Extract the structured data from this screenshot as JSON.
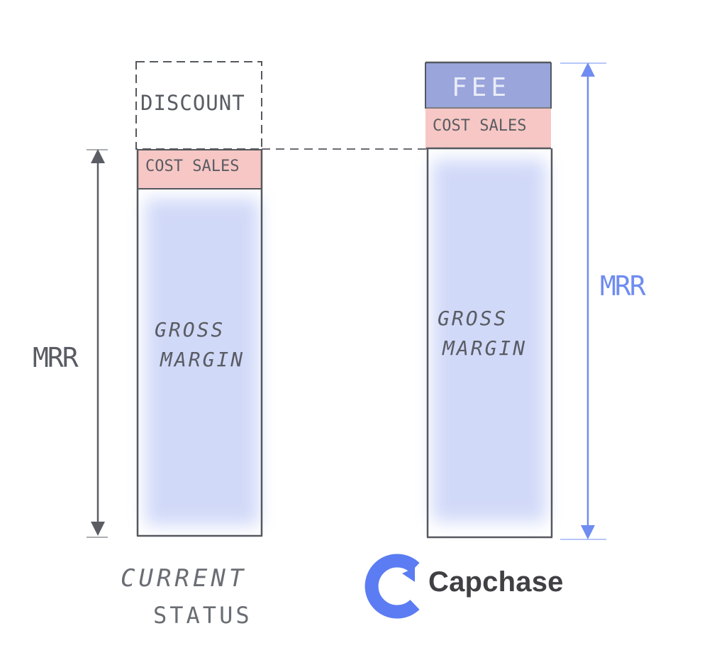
{
  "left_column": {
    "discount_label": "Discount",
    "cost_sales_label": "Cost Sales",
    "gross_margin_line1": "Gross",
    "gross_margin_line2": "Margin",
    "mrr_label": "MRR",
    "caption_line1": "Current",
    "caption_line2": "Status"
  },
  "right_column": {
    "fee_label": "Fee",
    "cost_sales_label": "Cost Sales",
    "gross_margin_line1": "Gross",
    "gross_margin_line2": "Margin",
    "mrr_label": "MRR",
    "brand_name": "Capchase",
    "brand_logo_icon": "capchase-c-icon"
  },
  "colors": {
    "gross_margin_fill": "#c9d3f7",
    "cost_sales_fill": "#f6c7c4",
    "fee_fill": "#9aa5dc",
    "mrr_arrow_right": "#6f8cf0",
    "mrr_arrow_left": "#5a5d63",
    "outline": "#55585e",
    "brand_blue": "#5b7cf2"
  }
}
